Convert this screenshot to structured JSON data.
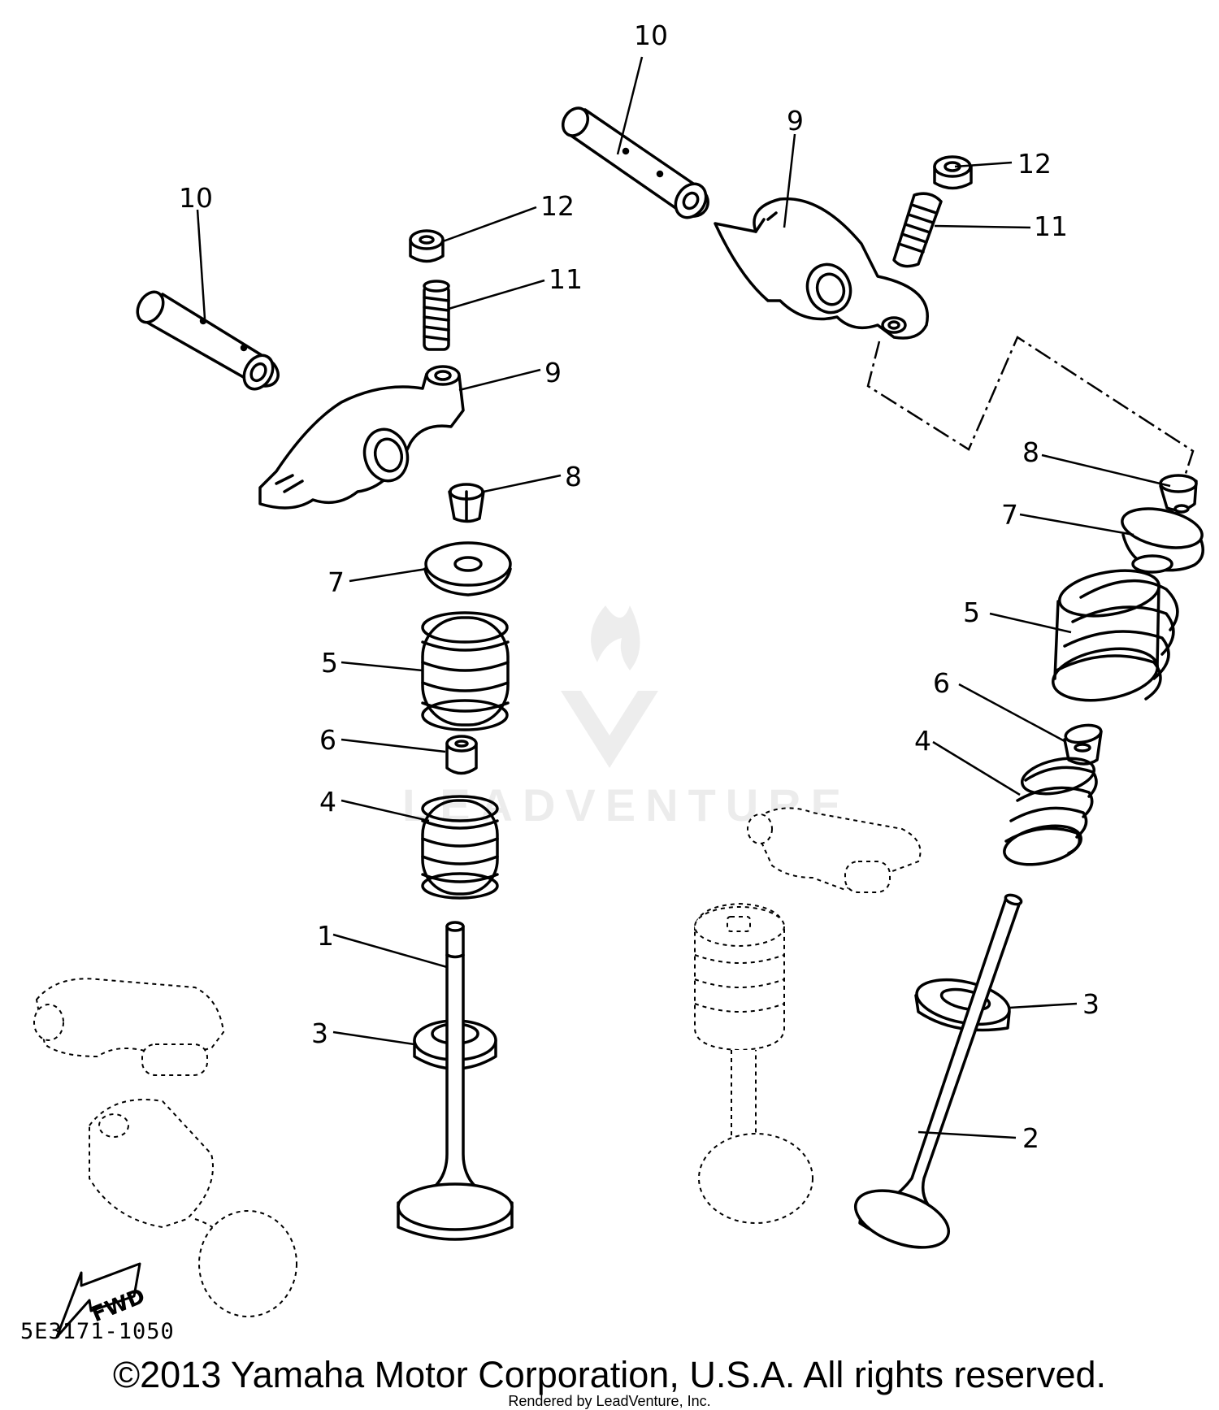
{
  "diagram": {
    "part_code": "5E3171-1050",
    "direction_label": "FWD",
    "watermark_text": "LEADVENTURE",
    "callouts": {
      "p1": "1",
      "p2": "2",
      "p3_left": "3",
      "p3_right": "3",
      "p4_left": "4",
      "p4_right": "4",
      "p5_left": "5",
      "p5_right": "5",
      "p6_left": "6",
      "p6_right": "6",
      "p7_left": "7",
      "p7_right": "7",
      "p8_left": "8",
      "p8_right": "8",
      "p9_left": "9",
      "p9_right": "9",
      "p10_left": "10",
      "p10_right": "10",
      "p11_left": "11",
      "p11_right": "11",
      "p12_left": "12",
      "p12_right": "12"
    }
  },
  "footer": {
    "copyright": "©2013 Yamaha Motor Corporation, U.S.A. All rights reserved.",
    "rendered_by": "Rendered by LeadVenture, Inc."
  }
}
